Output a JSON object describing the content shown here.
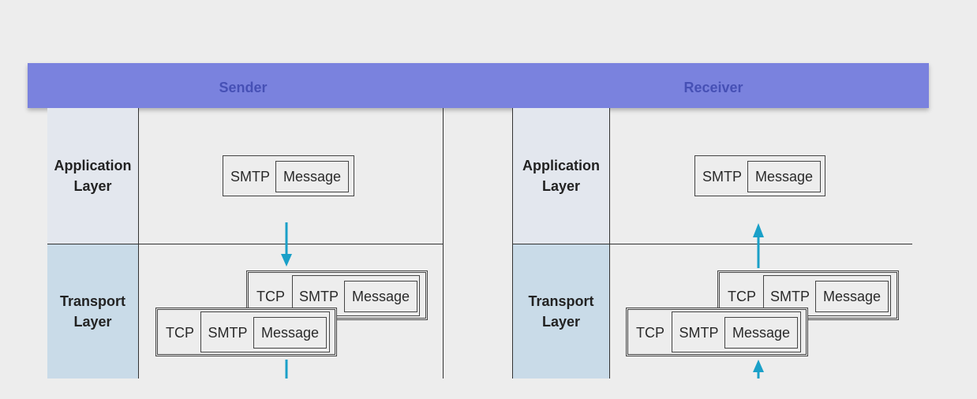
{
  "header": {
    "sender": "Sender",
    "receiver": "Receiver"
  },
  "layers": {
    "application": "Application Layer",
    "transport": "Transport Layer"
  },
  "segment": {
    "tcp": "TCP",
    "smtp": "SMTP",
    "message": "Message"
  },
  "colors": {
    "banner": "#7a82de",
    "arrow": "#1aa0c8",
    "app_cell": "#e3e7ee",
    "transport_cell": "#c9dbe8"
  }
}
